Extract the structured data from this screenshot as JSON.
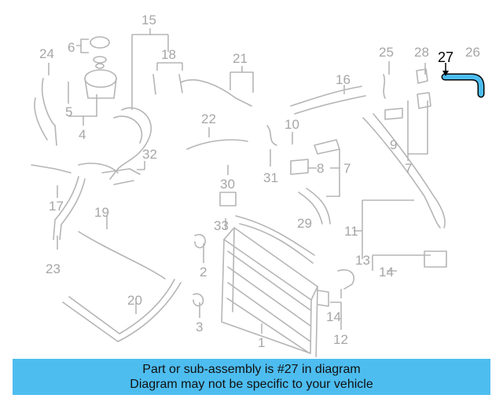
{
  "diagram": {
    "highlight_label": "27",
    "highlight_color": "#4dbdf0",
    "callouts": [
      {
        "id": "c1",
        "text": "1"
      },
      {
        "id": "c2",
        "text": "2"
      },
      {
        "id": "c3",
        "text": "3"
      },
      {
        "id": "c4",
        "text": "4"
      },
      {
        "id": "c5",
        "text": "5"
      },
      {
        "id": "c6",
        "text": "6"
      },
      {
        "id": "c7a",
        "text": "7"
      },
      {
        "id": "c7b",
        "text": "7"
      },
      {
        "id": "c8",
        "text": "8"
      },
      {
        "id": "c9",
        "text": "9"
      },
      {
        "id": "c10",
        "text": "10"
      },
      {
        "id": "c11",
        "text": "11"
      },
      {
        "id": "c12",
        "text": "12"
      },
      {
        "id": "c13",
        "text": "13"
      },
      {
        "id": "c14a",
        "text": "14"
      },
      {
        "id": "c14b",
        "text": "14"
      },
      {
        "id": "c15",
        "text": "15"
      },
      {
        "id": "c16",
        "text": "16"
      },
      {
        "id": "c17",
        "text": "17"
      },
      {
        "id": "c18",
        "text": "18"
      },
      {
        "id": "c19",
        "text": "19"
      },
      {
        "id": "c20",
        "text": "20"
      },
      {
        "id": "c21",
        "text": "21"
      },
      {
        "id": "c22",
        "text": "22"
      },
      {
        "id": "c23",
        "text": "23"
      },
      {
        "id": "c24",
        "text": "24"
      },
      {
        "id": "c25",
        "text": "25"
      },
      {
        "id": "c26",
        "text": "26"
      },
      {
        "id": "c28",
        "text": "28"
      },
      {
        "id": "c29",
        "text": "29"
      },
      {
        "id": "c30",
        "text": "30"
      },
      {
        "id": "c31",
        "text": "31"
      },
      {
        "id": "c32",
        "text": "32"
      },
      {
        "id": "c33",
        "text": "33"
      }
    ]
  },
  "banner": {
    "line1": "Part or sub-assembly is #27 in diagram",
    "line2": "Diagram may not be specific to your vehicle",
    "color": "#4dbdf0"
  }
}
